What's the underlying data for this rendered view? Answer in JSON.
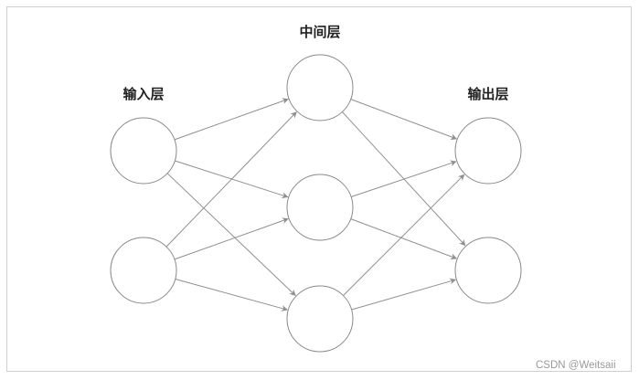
{
  "diagram": {
    "layers": [
      {
        "label": "输入层",
        "node_count": 2
      },
      {
        "label": "中间层",
        "node_count": 3
      },
      {
        "label": "输出层",
        "node_count": 2
      }
    ],
    "connections": "fully-connected",
    "line_color": "#8f8f8f",
    "node_stroke": "#8a8a8a",
    "frame_color": "#cfcfcf"
  },
  "watermark": "CSDN @Weitsaii"
}
